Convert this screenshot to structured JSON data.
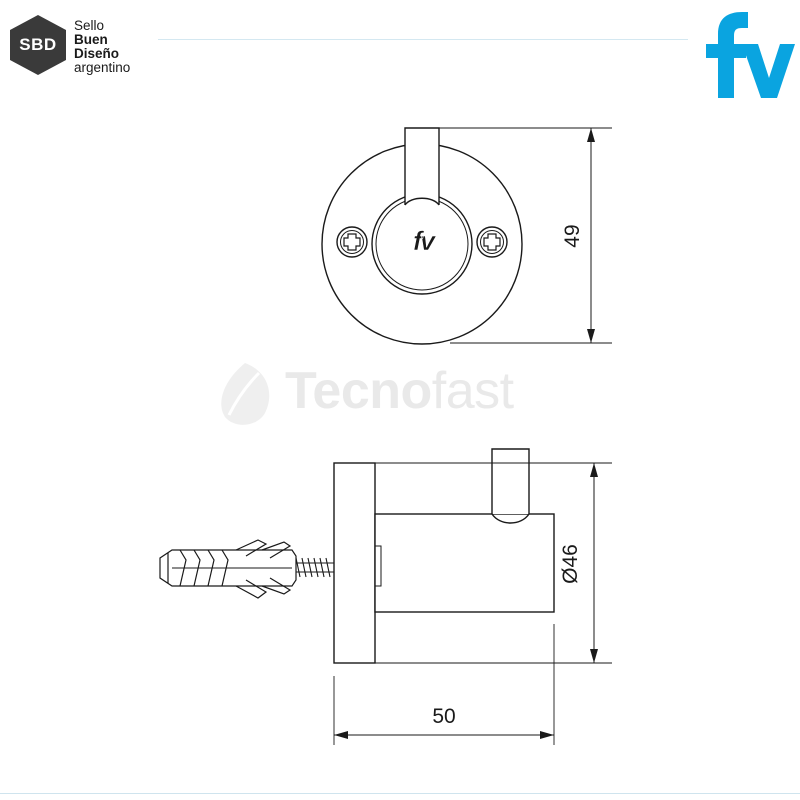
{
  "header": {
    "sbd_logo": {
      "mark": "SBD",
      "line1": "Sello",
      "line2": "Buen",
      "line3": "Diseño",
      "line4": "argentino"
    },
    "brand_logo": "fv",
    "brand_color": "#0aa4e0"
  },
  "watermark": {
    "part1": "Tecno",
    "part2": "fast"
  },
  "front_view": {
    "cap_logo": "fv",
    "dimension_height": "49"
  },
  "side_view": {
    "dimension_diameter": "Ø46",
    "dimension_length": "50"
  },
  "colors": {
    "line": "#1a1a1a",
    "sbd_hex": "#3a3a3a",
    "header_rule": "#d4e8f1",
    "watermark": "#e9e9e9"
  }
}
